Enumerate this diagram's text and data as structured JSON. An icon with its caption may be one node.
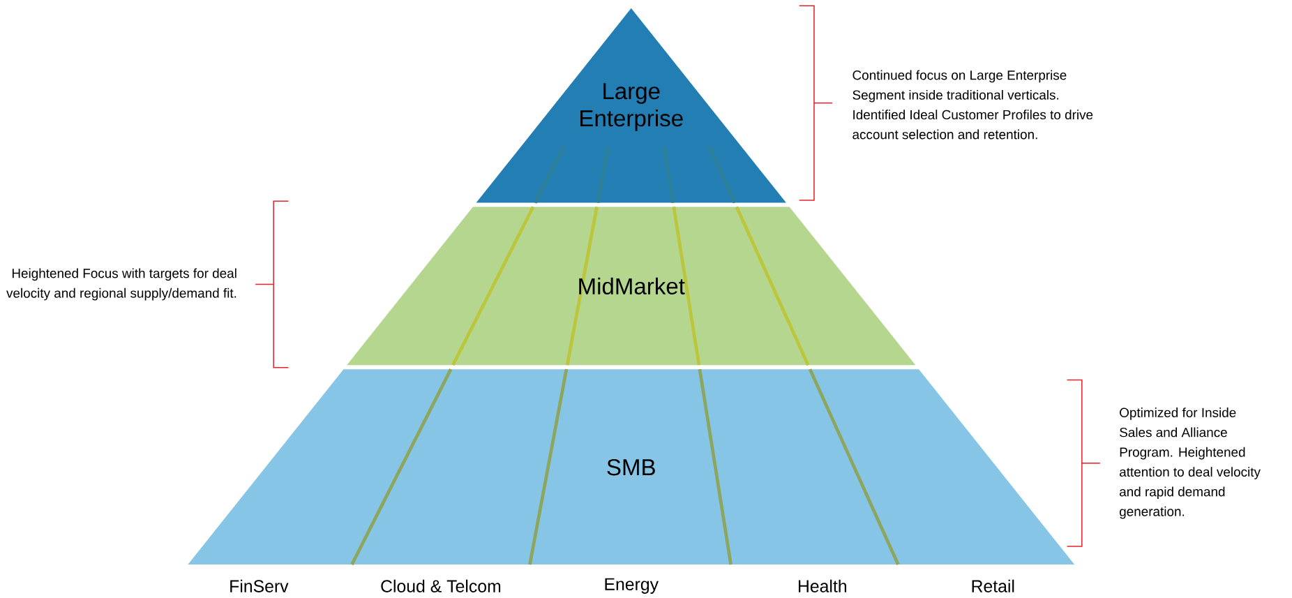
{
  "diagram": {
    "nodes": [
      {
        "text": [
          "Large Enterprise"
        ]
      },
      {
        "text": [
          "MidMarket"
        ]
      },
      {
        "text": [
          "SMB"
        ]
      }
    ],
    "labels": [
      "Continued focus on Large Enterprise Segment inside traditional verticals. Identified Ideal Customer Profiles to drive account selection and retention.",
      "Heightened Focus with targets for deal velocity and regional supply/demand fit.",
      "Optimized for Inside Sales and Alliance Program. Heightened attention to deal velocity and rapid demand generation.",
      "FinServ",
      "Cloud & Telcom",
      "Energy",
      "Health",
      "Retail"
    ]
  }
}
